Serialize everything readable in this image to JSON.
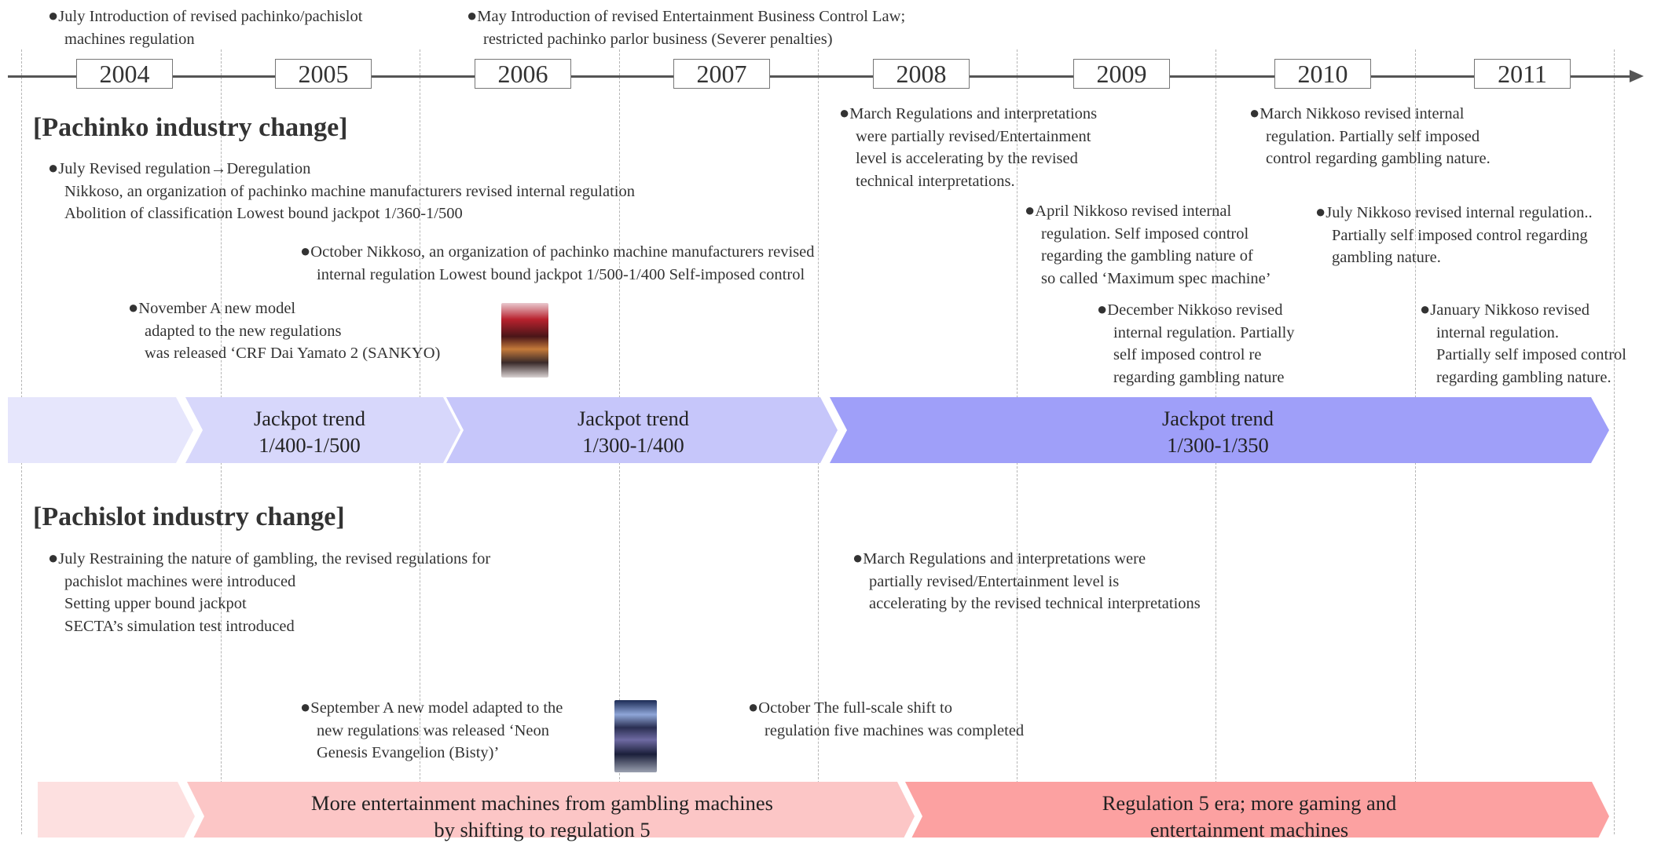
{
  "timeline": {
    "years": [
      "2004",
      "2005",
      "2006",
      "2007",
      "2008",
      "2009",
      "2010",
      "2011"
    ]
  },
  "top_notes": [
    {
      "lines": [
        "July Introduction of revised pachinko/pachislot",
        "machines regulation"
      ]
    },
    {
      "lines": [
        "May Introduction of revised Entertainment Business Control Law;",
        "restricted pachinko parlor business (Severer penalties)"
      ]
    }
  ],
  "pachinko": {
    "title": "[Pachinko industry change]",
    "notes": [
      {
        "lines": [
          "July Revised regulation→Deregulation",
          "Nikkoso, an organization of pachinko machine manufacturers revised internal regulation",
          "Abolition of classification Lowest bound jackpot 1/360-1/500"
        ]
      },
      {
        "lines": [
          "October Nikkoso, an organization of pachinko machine manufacturers revised",
          "internal regulation Lowest bound jackpot 1/500-1/400 Self-imposed control"
        ]
      },
      {
        "lines": [
          "November A new model",
          "adapted to the new regulations",
          "was released ‘CRF Dai Yamato 2 (SANKYO)"
        ]
      },
      {
        "lines": [
          "March Regulations and interpretations",
          "were partially  revised/Entertainment",
          "level is accelerating by the revised",
          "technical  interpretations."
        ]
      },
      {
        "lines": [
          "April Nikkoso revised internal",
          "regulation. Self imposed control",
          "regarding the gambling  nature of",
          "so called ‘Maximum spec machine’"
        ]
      },
      {
        "lines": [
          "December Nikkoso revised",
          "internal regulation. Partially",
          "self imposed control re",
          "regarding gambling nature"
        ]
      },
      {
        "lines": [
          "March Nikkoso revised internal",
          "regulation. Partially self imposed",
          "control regarding gambling nature."
        ]
      },
      {
        "lines": [
          "July  Nikkoso revised internal regulation..",
          "Partially self imposed control regarding",
          "gambling nature."
        ]
      },
      {
        "lines": [
          "January Nikkoso revised",
          "internal regulation.",
          "Partially self imposed control",
          "regarding gambling nature."
        ]
      }
    ],
    "bands": [
      {
        "line1": "Jackpot trend",
        "line2": "1/400-1/500"
      },
      {
        "line1": "Jackpot trend",
        "line2": "1/300-1/400"
      },
      {
        "line1": "Jackpot trend",
        "line2": "1/300-1/350"
      }
    ]
  },
  "pachislot": {
    "title": "[Pachislot industry change]",
    "notes": [
      {
        "lines": [
          "July Restraining the nature of gambling, the revised regulations for",
          "pachislot machines were introduced",
          "Setting upper bound jackpot",
          "SECTA’s simulation test introduced"
        ]
      },
      {
        "lines": [
          "March Regulations and interpretations were",
          "partially revised/Entertainment level is",
          "accelerating by the revised technical interpretations"
        ]
      },
      {
        "lines": [
          "September A new model adapted to the",
          "new regulations was released ‘Neon",
          "Genesis Evangelion (Bisty)’"
        ]
      },
      {
        "lines": [
          "October The full-scale shift to",
          "regulation five machines was completed"
        ]
      }
    ],
    "bands": [
      {
        "line1": "More entertainment machines from gambling machines",
        "line2": "by shifting to regulation 5"
      },
      {
        "line1": "Regulation 5 era; more gaming and",
        "line2": "entertainment machines"
      }
    ]
  },
  "bullet_glyph": "●",
  "colors": {
    "pachinko_band_1": "#e6e6fc",
    "pachinko_band_2": "#d7d7fb",
    "pachinko_band_3": "#c6c6fa",
    "pachinko_band_4": "#9f9ff9",
    "pachislot_band_1": "#fde0e0",
    "pachislot_band_2": "#fcc6c6",
    "pachislot_band_3": "#fca1a1"
  }
}
